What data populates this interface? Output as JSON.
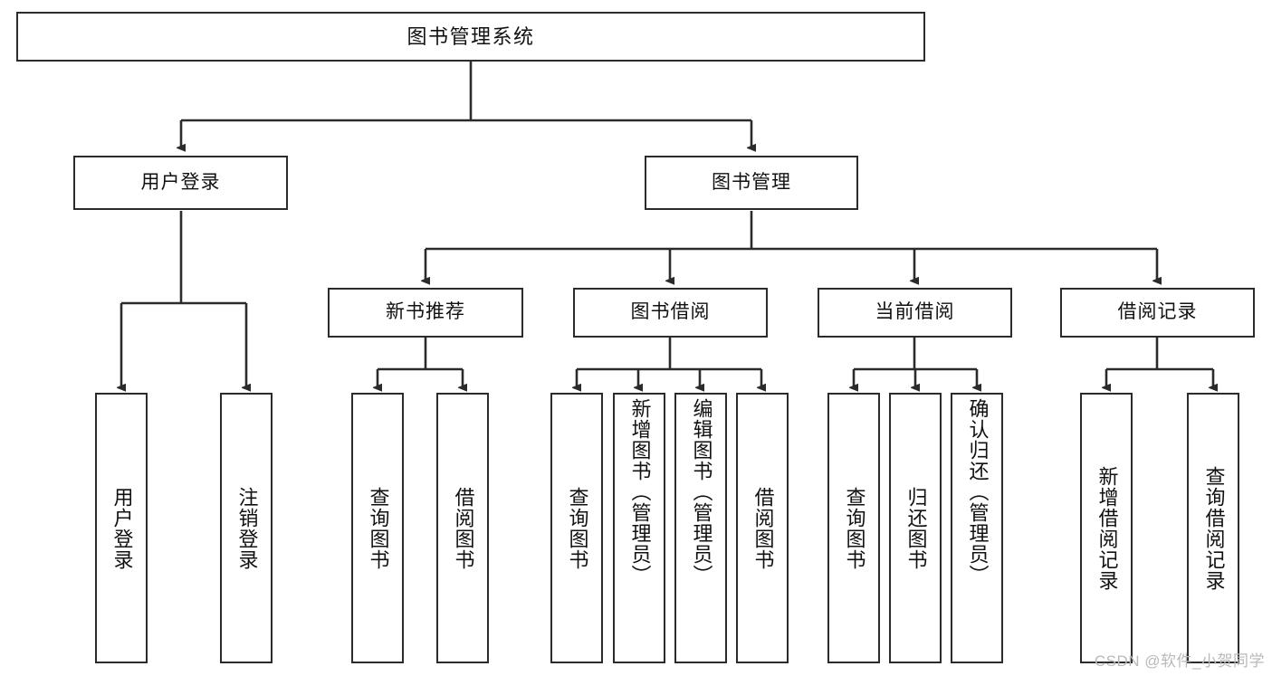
{
  "diagram": {
    "title": "图书管理系统",
    "type": "tree",
    "colors": {
      "stroke": "#2b2b2b",
      "fill": "#ffffff",
      "text": "#111111",
      "watermark": "#b9b9b9"
    }
  },
  "nodes": {
    "root": {
      "label": "图书管理系统"
    },
    "level1": [
      {
        "label": "用户登录"
      },
      {
        "label": "图书管理"
      }
    ],
    "level2": [
      {
        "label": "新书推荐"
      },
      {
        "label": "图书借阅"
      },
      {
        "label": "当前借阅"
      },
      {
        "label": "借阅记录"
      }
    ],
    "leaves": {
      "user_login": [
        {
          "label": "用户登录"
        },
        {
          "label": "注销登录"
        }
      ],
      "new_book_recommend": [
        {
          "label": "查询图书"
        },
        {
          "label": "借阅图书"
        }
      ],
      "book_borrow": [
        {
          "label": "查询图书"
        },
        {
          "label": "新增图书（管理员）"
        },
        {
          "label": "编辑图书（管理员）"
        },
        {
          "label": "借阅图书"
        }
      ],
      "current_borrow": [
        {
          "label": "查询图书"
        },
        {
          "label": "归还图书"
        },
        {
          "label": "确认归还（管理员）"
        }
      ],
      "borrow_record": [
        {
          "label": "新增借阅记录"
        },
        {
          "label": "查询借阅记录"
        }
      ]
    }
  },
  "watermark": {
    "text": "CSDN @软件_小贺同学"
  }
}
